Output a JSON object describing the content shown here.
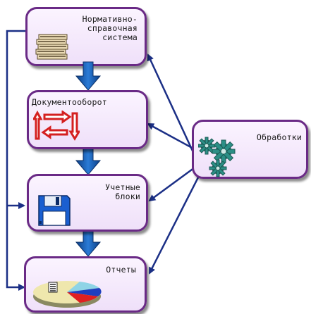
{
  "nodes": {
    "reference": {
      "lines": [
        "Нормативно-",
        "справочная",
        "система"
      ],
      "icon": "stack-of-papers-icon"
    },
    "workflow": {
      "lines": [
        "Документооборот"
      ],
      "icon": "circular-arrows-icon"
    },
    "accounting": {
      "lines": [
        "Учетные",
        "блоки"
      ],
      "icon": "floppy-disk-icon"
    },
    "reports": {
      "lines": [
        "Отчеты"
      ],
      "icon": "pie-chart-icon"
    },
    "processing": {
      "lines": [
        "Обработки"
      ],
      "icon": "gears-icon"
    }
  },
  "colors": {
    "node_border": "#6a2a86",
    "node_fill": "#f3e8fb",
    "flow_arrow": "#1a5aa8",
    "connector": "#1b2f86"
  }
}
